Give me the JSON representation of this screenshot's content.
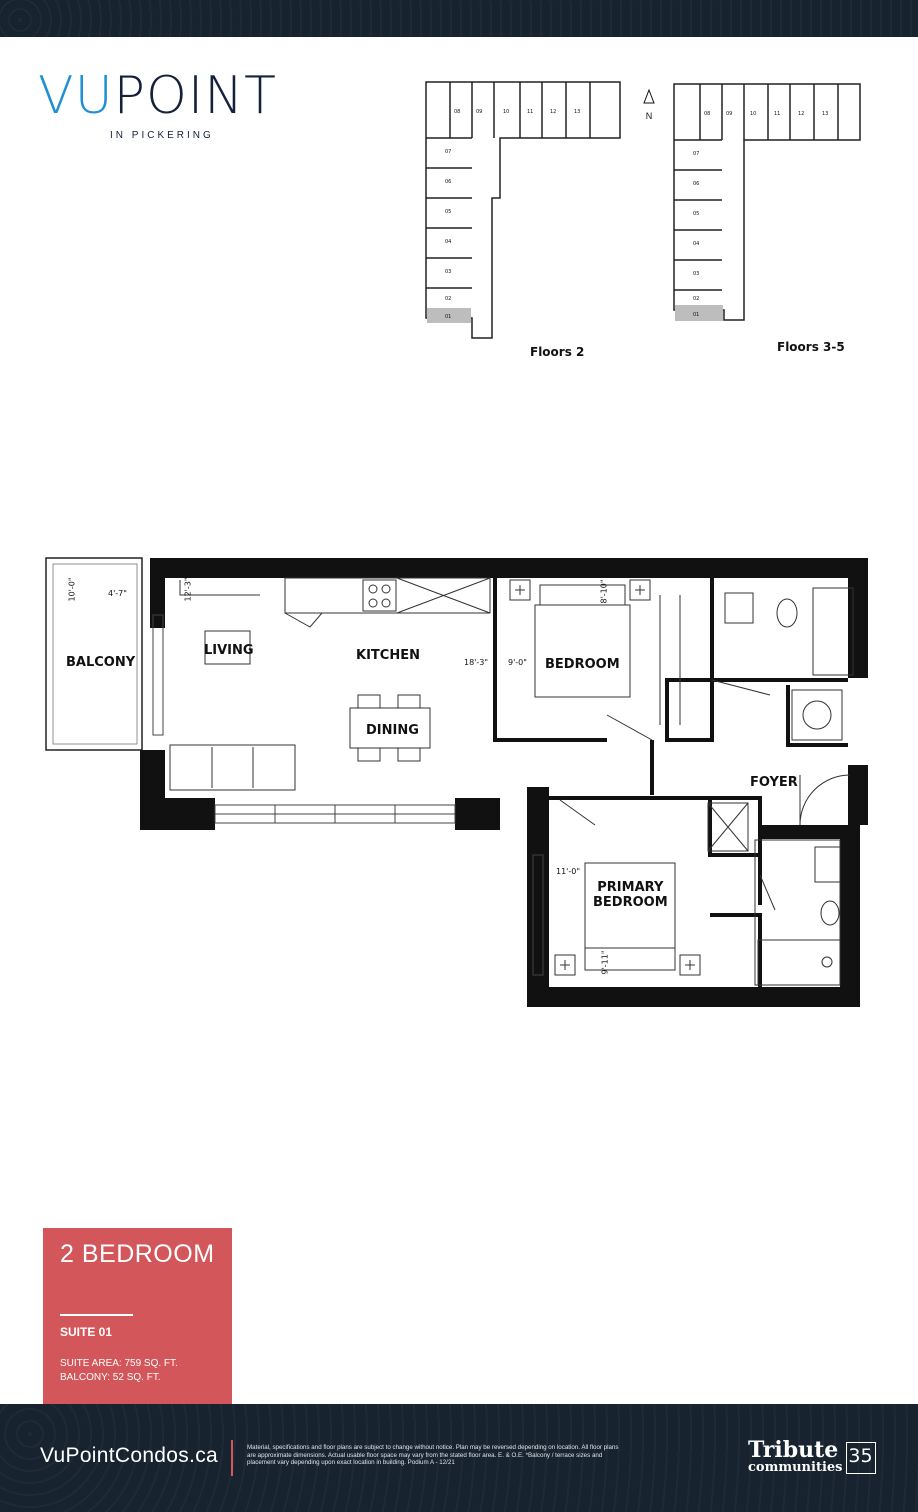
{
  "logo": {
    "word_a": "VU",
    "word_b": "POINT",
    "subtitle": "IN PICKERING",
    "accent_color": "#1d8fd3",
    "dark_color": "#14213a"
  },
  "key_plans": {
    "north_label": "N",
    "plan_a": {
      "label": "Floors 2",
      "units_top": [
        "08",
        "09",
        "10",
        "11",
        "12",
        "13"
      ],
      "units_side": [
        "07",
        "06",
        "05",
        "04",
        "03",
        "02",
        "01"
      ]
    },
    "plan_b": {
      "label": "Floors 3-5",
      "units_top": [
        "08",
        "09",
        "10",
        "11",
        "12",
        "13"
      ],
      "units_side": [
        "07",
        "06",
        "05",
        "04",
        "03",
        "02",
        "01"
      ]
    },
    "highlight_color": "#bdbdbd"
  },
  "floor_plan": {
    "rooms": {
      "balcony": "BALCONY",
      "living": "LIVING",
      "kitchen": "KITCHEN",
      "dining": "DINING",
      "bedroom": "BEDROOM",
      "foyer": "FOYER",
      "primary_bedroom_l1": "PRIMARY",
      "primary_bedroom_l2": "BEDROOM"
    },
    "dimensions": {
      "balcony_width": "10'-0\"",
      "balcony_depth": "4'-7\"",
      "living_kitchen_width": "12'-3\"",
      "living_length": "18'-3\"",
      "bedroom_width": "9'-0\"",
      "bedroom_length": "8'-10\"",
      "primary_width": "11'-0\"",
      "primary_length": "9'-11\""
    }
  },
  "suite": {
    "type": "2 BEDROOM",
    "number": "SUITE 01",
    "area": "SUITE AREA: 759 SQ. FT.",
    "balcony": "BALCONY: 52 SQ. FT.",
    "card_color": "#d3565b"
  },
  "footer": {
    "website": "VuPointCondos.ca",
    "disclaimer": "Material, specifications and floor plans are subject to change without notice. Plan may be reversed depending on location. All floor plans are approximate dimensions. Actual usable floor space may vary from the stated floor area. E. & O.E. *Balcony / terrace sizes and placement vary depending upon exact location in building. Podium A - 12/21",
    "brand_top": "Tribute",
    "brand_bottom": "communities",
    "brand_years": "35",
    "bg_color": "#182330"
  }
}
